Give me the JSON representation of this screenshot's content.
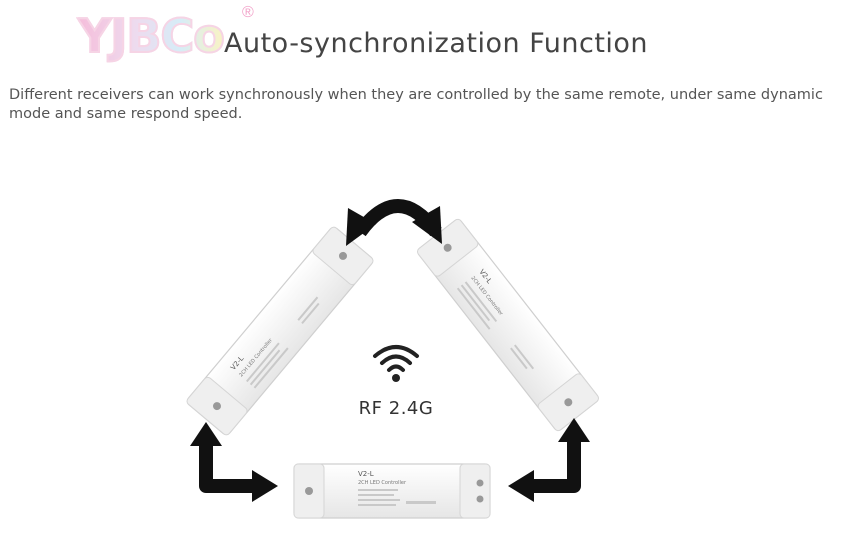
{
  "logo": {
    "text": "YJBCo",
    "registered": "®"
  },
  "header": {
    "title": "Auto-synchronization Function"
  },
  "description": "Different receivers can work synchronously when they are controlled by the same remote, under same dynamic mode and same respond speed.",
  "center": {
    "signal_icon": "wifi-icon",
    "label": "RF 2.4G"
  },
  "devices": [
    {
      "model": "V2-L",
      "subtitle": "2CH LED Controller"
    },
    {
      "model": "V2-L",
      "subtitle": "2CH LED Controller"
    },
    {
      "model": "V2-L",
      "subtitle": "2CH LED Controller"
    }
  ],
  "colors": {
    "text": "#444444",
    "arrow": "#111111",
    "device_body": "#f4f4f4"
  }
}
